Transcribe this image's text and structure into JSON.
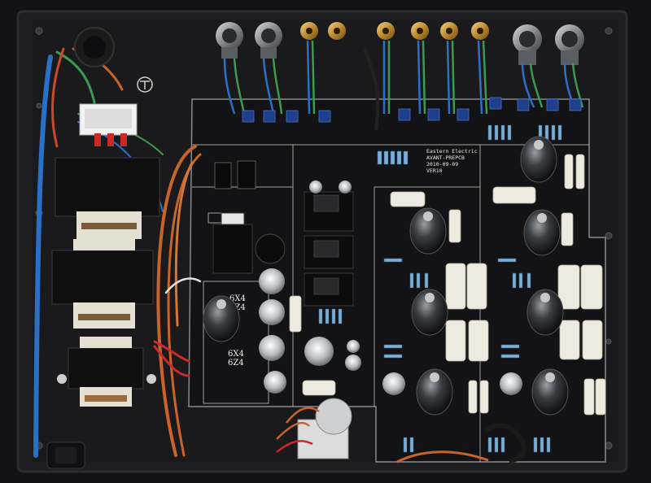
{
  "pcb": {
    "brand": "Eastern Electric",
    "model": "AVANT-PREPCB",
    "date": "2010-09-09",
    "version": "VER10"
  },
  "tube_labels": {
    "rectifier_1": "6X4",
    "rectifier_1_alt": "6Z4",
    "rectifier_2": "6X4",
    "rectifier_2_alt": "6Z4"
  },
  "colors": {
    "chassis": "#1c1c1e",
    "pcb": "#141416",
    "silkscreen": "#e8e8e8",
    "wire_orange": "#c8642a",
    "wire_blue": "#2a6fc8",
    "wire_green": "#3c9a50",
    "gold": "#c89a3a",
    "cap_white": "#eeeae0"
  }
}
